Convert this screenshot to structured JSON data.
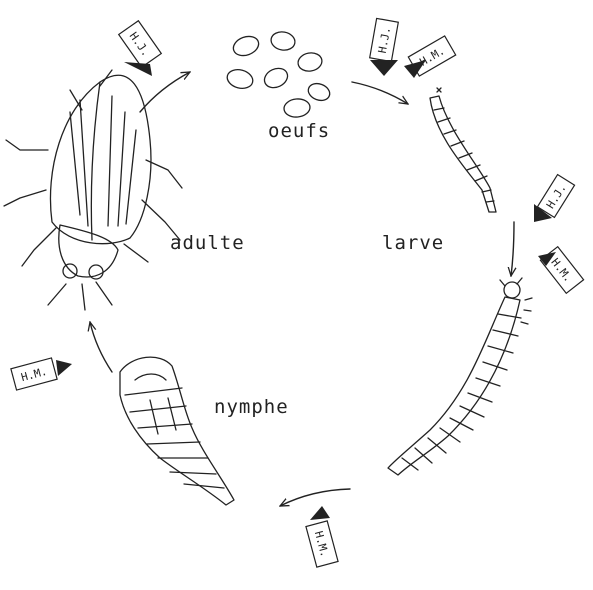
{
  "stages": {
    "eggs": "oeufs",
    "larva": "larve",
    "pupa": "nymphe",
    "adult": "adulte"
  },
  "marks": {
    "hj": "H.J.",
    "hm": "H.M."
  }
}
